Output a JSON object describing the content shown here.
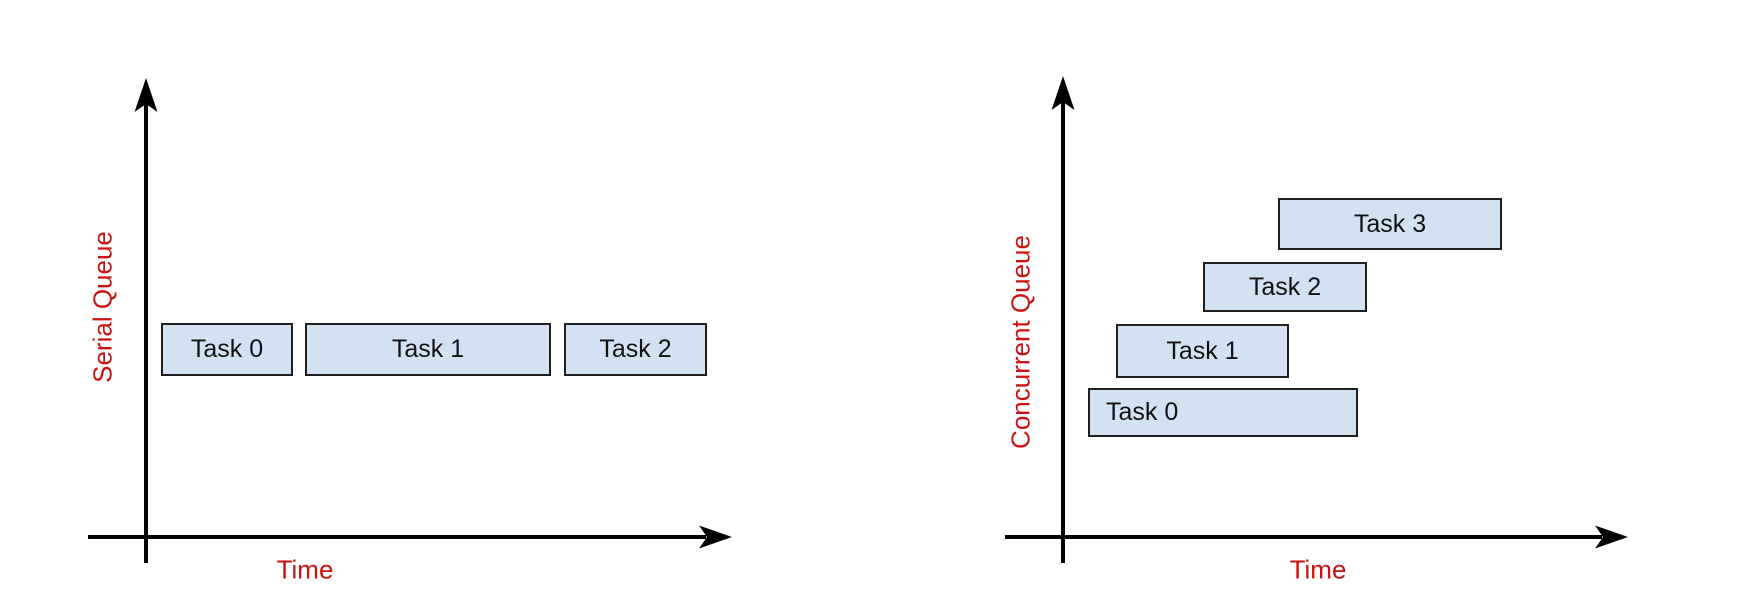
{
  "diagrams": [
    {
      "name": "serial-queue",
      "y_axis_label": "Serial Queue",
      "x_axis_label": "Time",
      "tasks": [
        {
          "label": "Task 0"
        },
        {
          "label": "Task 1"
        },
        {
          "label": "Task 2"
        }
      ]
    },
    {
      "name": "concurrent-queue",
      "y_axis_label": "Concurrent Queue",
      "x_axis_label": "Time",
      "tasks": [
        {
          "label": "Task 0"
        },
        {
          "label": "Task 1"
        },
        {
          "label": "Task 2"
        },
        {
          "label": "Task 3"
        }
      ]
    }
  ],
  "colors": {
    "axis": "#000000",
    "axis_label": "#cc1111",
    "task_fill": "#d3e2f3",
    "task_border": "#1f1f1f",
    "task_text": "#111111",
    "background": "#ffffff"
  }
}
